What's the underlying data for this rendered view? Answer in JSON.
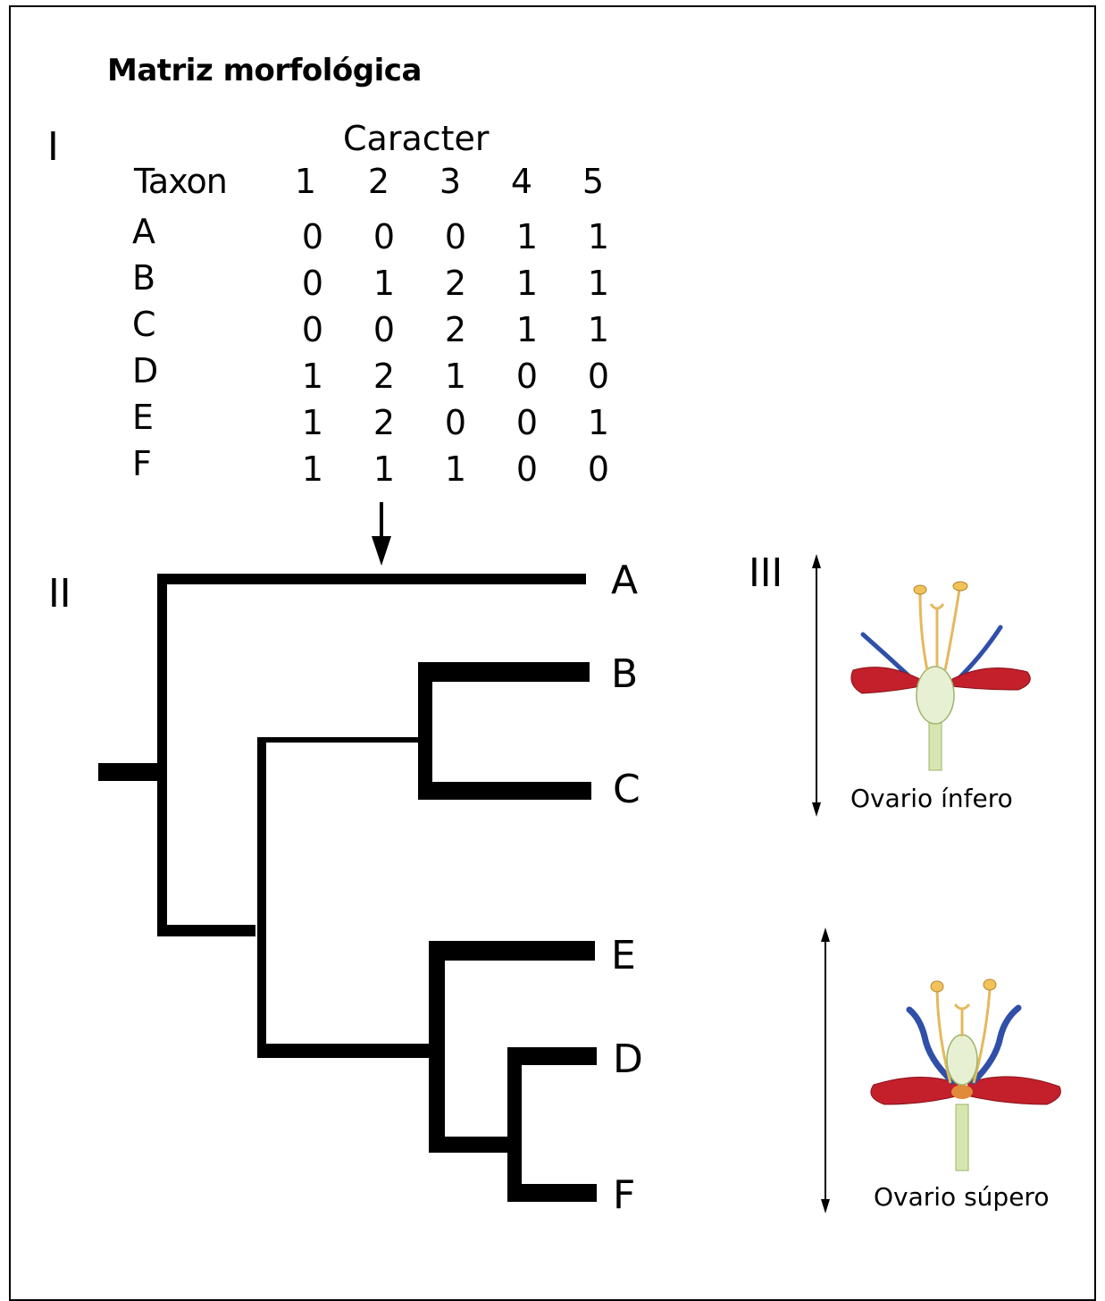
{
  "title": "Matriz morfológica",
  "sections": {
    "i": "I",
    "ii": "II",
    "iii": "III"
  },
  "matrix": {
    "character_label": "Caracter",
    "taxon_label": "Taxon",
    "characters": [
      "1",
      "2",
      "3",
      "4",
      "5"
    ],
    "rows": [
      {
        "taxon": "A",
        "states": [
          "0",
          "0",
          "0",
          "1",
          "1"
        ]
      },
      {
        "taxon": "B",
        "states": [
          "0",
          "1",
          "2",
          "1",
          "1"
        ]
      },
      {
        "taxon": "C",
        "states": [
          "0",
          "0",
          "2",
          "1",
          "1"
        ]
      },
      {
        "taxon": "D",
        "states": [
          "1",
          "2",
          "1",
          "0",
          "0"
        ]
      },
      {
        "taxon": "E",
        "states": [
          "1",
          "2",
          "0",
          "0",
          "1"
        ]
      },
      {
        "taxon": "F",
        "states": [
          "1",
          "1",
          "1",
          "0",
          "0"
        ]
      }
    ]
  },
  "tree": {
    "newick": "(A,((B,C),(E,(D,F))));",
    "leaves": [
      "A",
      "B",
      "C",
      "E",
      "D",
      "F"
    ],
    "marked_character": "2"
  },
  "illustrations": {
    "upper": {
      "label": "Ovario ínfero",
      "icon": "flower-inferior-ovary-icon"
    },
    "lower": {
      "label": "Ovario súpero",
      "icon": "flower-superior-ovary-icon"
    }
  },
  "colors": {
    "line": "#000000",
    "petal": "#c3202c",
    "sepal": "#2f4fa8",
    "ovary": "#e8f0d4",
    "stamen": "#e6b85c",
    "stalk": "#d7e6b0"
  }
}
